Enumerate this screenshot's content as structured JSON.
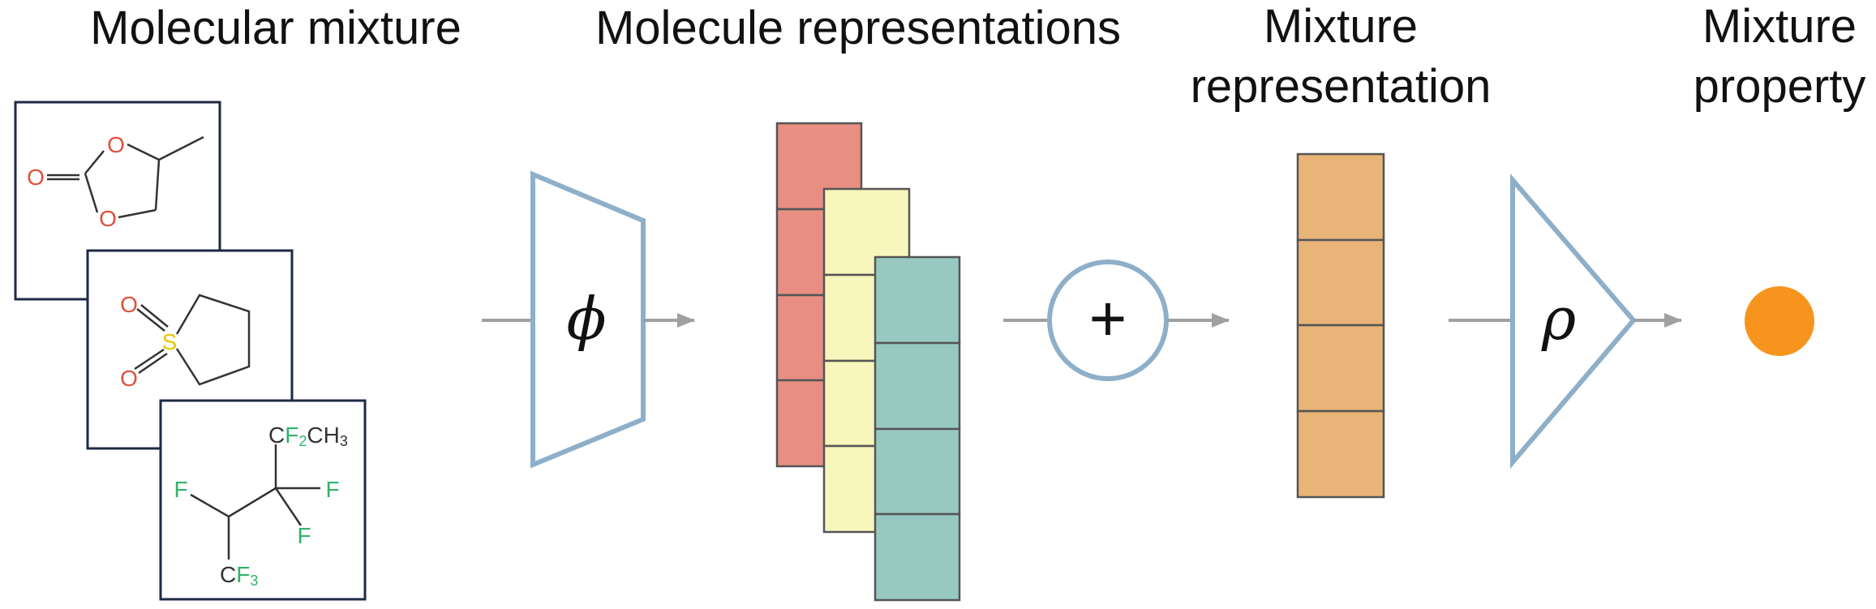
{
  "headings": {
    "molecular_mixture": "Molecular mixture",
    "molecule_representations": "Molecule representations",
    "mixture_representation_line1": "Mixture",
    "mixture_representation_line2": "representation",
    "mixture_property_line1": "Mixture",
    "mixture_property_line2": "property"
  },
  "molecules": {
    "carbonate": {
      "atom_o1": "O",
      "atom_o2": "O",
      "atom_o3": "O"
    },
    "sulfolane": {
      "atom_s": "S",
      "atom_o1": "O",
      "atom_o2": "O"
    },
    "fluoroalkane": {
      "group_top": "CF2CH3",
      "group_top_c": "C",
      "group_top_f": "F",
      "group_top_sub2": "2",
      "group_top_ch": "CH",
      "group_top_sub3": "3",
      "atom_f_left": "F",
      "atom_f_right": "F",
      "atom_f_bottom": "F",
      "group_bottom_c": "C",
      "group_bottom_f": "F",
      "group_bottom_sub3": "3"
    }
  },
  "operators": {
    "encoder_symbol": "ϕ",
    "aggregation_symbol": "+",
    "decoder_symbol": "ρ"
  },
  "colors": {
    "frame": "#1e2a45",
    "network": "#8eafc9",
    "arrow": "#a0a0a0",
    "vector_red": "#e88e82",
    "vector_yellow": "#f7f6bc",
    "vector_teal": "#97c9c1",
    "vector_orange": "#e9b477",
    "output_dot": "#f7941d",
    "oxygen": "#e0503c",
    "sulfur": "#e5c800",
    "fluorine": "#2fb36a",
    "bond": "#333333"
  },
  "vectors": {
    "molecule_vector_cells": 4,
    "mixture_vector_cells": 4
  }
}
